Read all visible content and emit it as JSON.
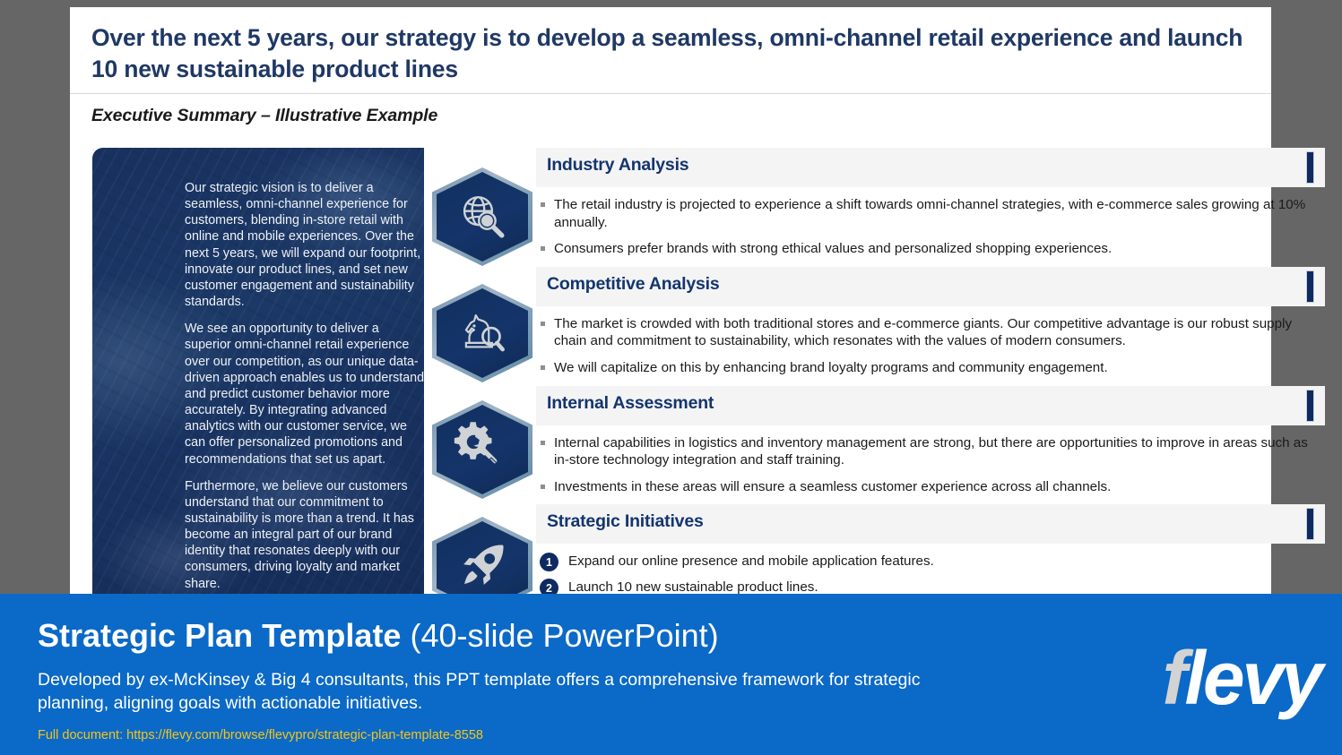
{
  "slide": {
    "title": "Over the next 5 years, our strategy is to develop a seamless, omni-channel retail experience and launch 10 new sustainable product lines",
    "subtitle": "Executive Summary – Illustrative Example"
  },
  "left_panel": {
    "paragraphs": [
      "Our strategic vision is to deliver a seamless, omni-channel experience for customers, blending in-store retail with online and mobile experiences. Over the next 5 years, we will expand our footprint, innovate our product lines, and set new customer engagement and sustainability standards.",
      "We see an opportunity to deliver a superior omni-channel retail experience over our competition, as our unique data-driven approach enables us to understand and predict customer behavior more accurately. By integrating advanced analytics with our customer service, we can offer personalized promotions and recommendations that set us apart.",
      "Furthermore, we believe our customers understand that our commitment to sustainability is more than a trend. It has become an integral part of our brand identity that resonates deeply with our consumers, driving loyalty and market share."
    ]
  },
  "icons": [
    {
      "name": "globe-magnifier-icon"
    },
    {
      "name": "chess-knight-magnifier-icon"
    },
    {
      "name": "gear-wrench-icon"
    },
    {
      "name": "rocket-icon"
    }
  ],
  "sections": [
    {
      "title": "Industry Analysis",
      "bullets": [
        "The retail industry is projected to experience a shift towards omni-channel strategies, with e-commerce sales growing at 10% annually.",
        "Consumers prefer brands with strong ethical values and personalized shopping experiences."
      ]
    },
    {
      "title": "Competitive Analysis",
      "bullets": [
        "The market is crowded with both traditional stores and e-commerce giants. Our competitive advantage is our robust supply chain and commitment to sustainability, which resonates with the values of modern consumers.",
        "We will capitalize on this by enhancing brand loyalty programs and community engagement."
      ]
    },
    {
      "title": "Internal Assessment",
      "bullets": [
        "Internal capabilities in logistics and inventory management are strong, but there are opportunities to improve in areas such as in-store technology integration and staff training.",
        "Investments in these areas will ensure a seamless customer experience across all channels."
      ]
    },
    {
      "title": "Strategic Initiatives",
      "numbered": [
        {
          "num": "1",
          "text": "Expand our online presence and mobile application features."
        },
        {
          "num": "2",
          "text": "Launch 10 new sustainable product lines."
        }
      ]
    }
  ],
  "footer": {
    "title_strong": "Strategic Plan Template",
    "title_light": " (40-slide PowerPoint)",
    "description": "Developed by ex-McKinsey & Big 4 consultants, this PPT template offers a comprehensive framework for strategic planning, aligning goals with actionable initiatives.",
    "link": "Full document: https://flevy.com/browse/flevypro/strategic-plan-template-8558",
    "logo_first": "f",
    "logo_rest": "levy"
  },
  "colors": {
    "brand_navy": "#1F3864",
    "section_heading": "#13356E",
    "accent_bar": "#0D2B60",
    "footer_blue": "#0B69C7",
    "link_yellow": "#F5C518",
    "page_background": "#666666"
  }
}
